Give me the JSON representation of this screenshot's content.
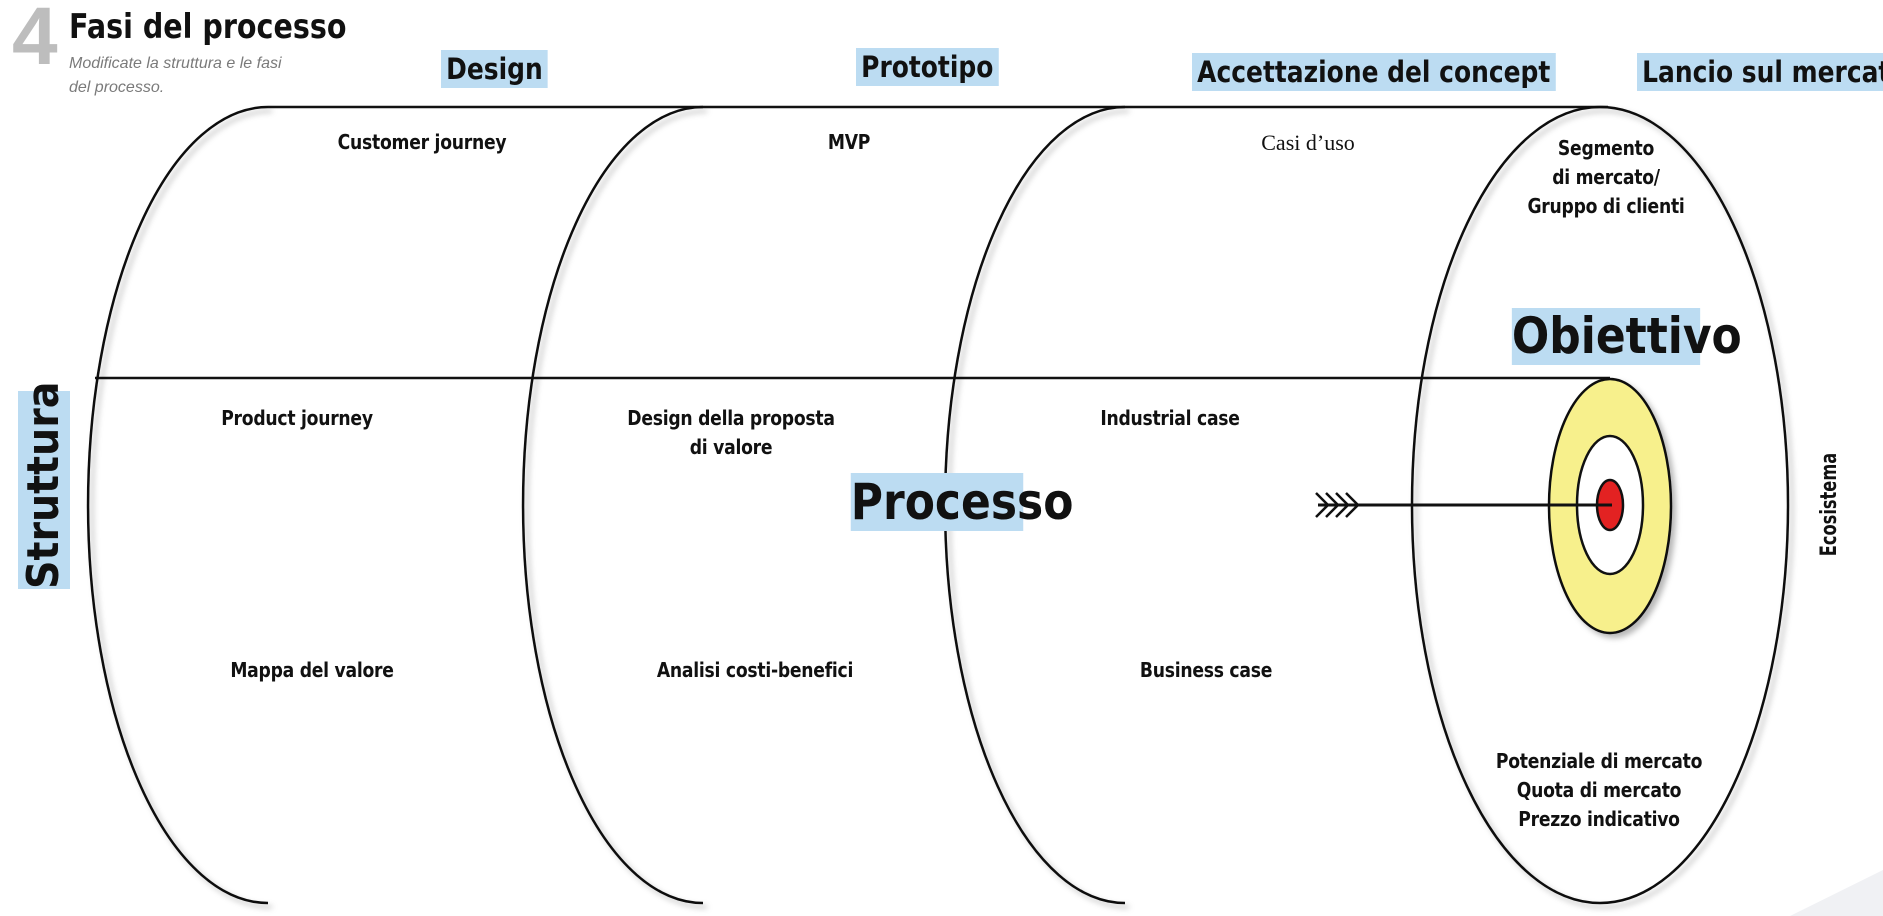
{
  "header": {
    "step_number": "4",
    "title": "Fasi del processo",
    "subtitle_line1": "Modificate la struttura e le fasi",
    "subtitle_line2": "del processo."
  },
  "phases": [
    "Design",
    "Prototipo",
    "Accettazione del concept",
    "Lancio sul mercato"
  ],
  "axes": {
    "structure": "Struttura",
    "process": "Processo",
    "goal": "Obiettivo",
    "ecosystem": "Ecosistema"
  },
  "cells": {
    "design_top": "Customer journey",
    "design_mid": "Product journey",
    "design_bottom": "Mappa del valore",
    "prototipo_top": "MVP",
    "prototipo_mid": "Design della proposta\ndi valore",
    "prototipo_bottom": "Analisi costi-benefici",
    "concept_top": "Casi d’uso",
    "concept_mid": "Industrial case",
    "concept_bottom": "Business case",
    "lancio_top": "Segmento\ndi mercato/\nGruppo di clienti",
    "lancio_bottom": "Potenziale di mercato\nQuota di mercato\nPrezzo indicativo"
  },
  "colors": {
    "label_highlight": "#bcdcf2",
    "target_outer": "#f7f08c",
    "target_center": "#e32222",
    "step_number": "#bdbdbd"
  }
}
